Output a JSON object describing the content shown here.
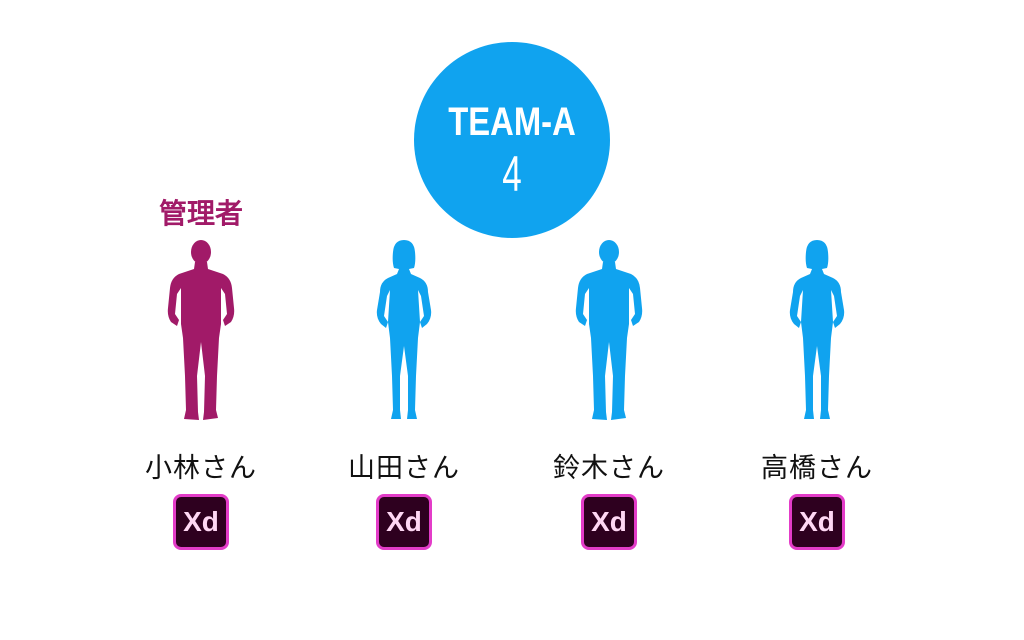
{
  "team": {
    "name": "TEAM-A",
    "count": "4"
  },
  "role_label": "管理者",
  "colors": {
    "accent": "#10a3ef",
    "manager": "#a11a68",
    "badge_border": "#e33cc8",
    "badge_bg": "#2e001f"
  },
  "members": [
    {
      "name": "小林さん",
      "app": "Xd",
      "figure": "male-silhouette-icon",
      "color": "#a11a68"
    },
    {
      "name": "山田さん",
      "app": "Xd",
      "figure": "female-silhouette-icon",
      "color": "#10a3ef"
    },
    {
      "name": "鈴木さん",
      "app": "Xd",
      "figure": "male-silhouette-icon",
      "color": "#10a3ef"
    },
    {
      "name": "高橋さん",
      "app": "Xd",
      "figure": "female-silhouette-icon",
      "color": "#10a3ef"
    }
  ]
}
